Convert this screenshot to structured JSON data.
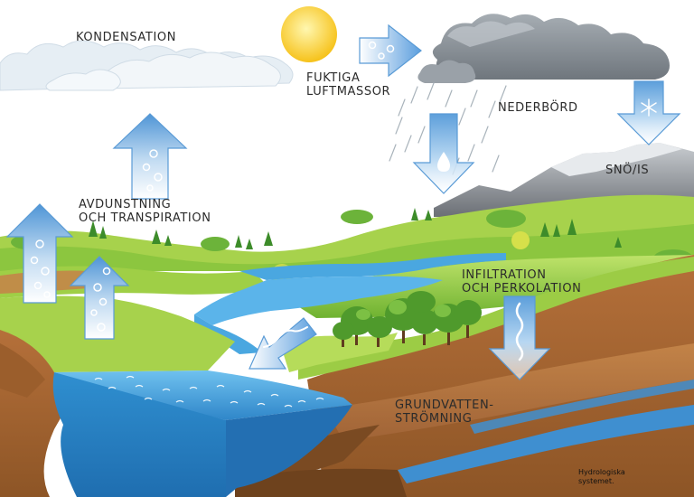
{
  "labels": {
    "kondensation": "KONDENSATION",
    "fuktiga_1": "FUKTIGA",
    "fuktiga_2": "LUFTMASSOR",
    "nederbord": "NEDERBÖRD",
    "sno_is": "SNÖ/IS",
    "avdunstning_1": "AVDUNSTNING",
    "avdunstning_2": "OCH TRANSPIRATION",
    "infiltration_1": "INFILTRATION",
    "infiltration_2": "OCH PERKOLATION",
    "grundvatten_1": "GRUNDVATTEN-",
    "grundvatten_2": "STRÖMNING"
  },
  "credit": {
    "line1": "Hydrologiska",
    "line2": "systemet."
  },
  "colors": {
    "sky_cloud": "#e6f0f6",
    "rain_cloud": "#8a9096",
    "water": "#3e9ad8",
    "grass": "#8cc63f",
    "soil": "#b8733a",
    "arrow": "#5b9fd8"
  },
  "icons": [
    "sun-icon",
    "snowflake-icon",
    "water-drop-icon",
    "bubble-icon",
    "wavy-line-icon"
  ]
}
